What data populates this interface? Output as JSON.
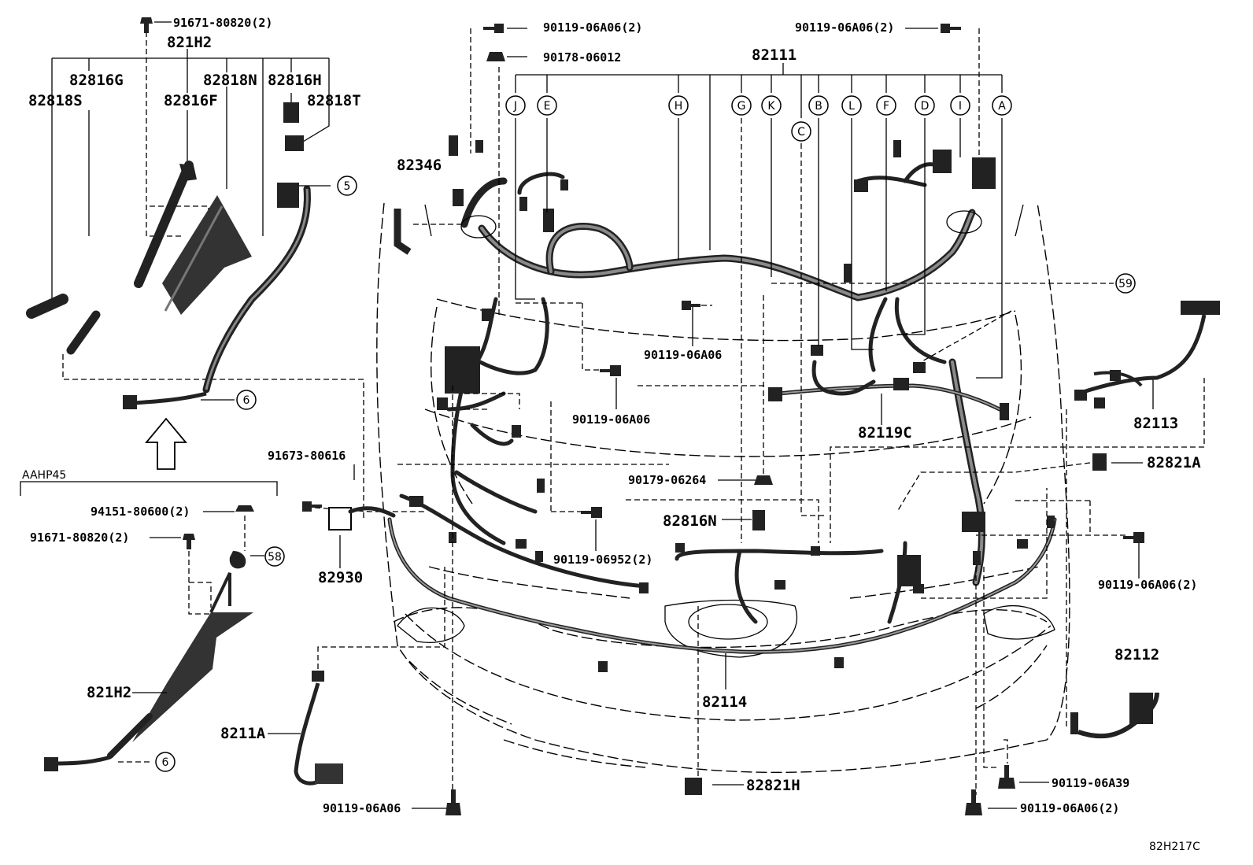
{
  "diagram": {
    "doc_code": "82H217C",
    "variant_label": "AAHP45",
    "parts": {
      "p91671_80820_2_top": "91671-80820(2)",
      "p821H2_top": "821H2",
      "p82816G": "82816G",
      "p82818N": "82818N",
      "p82816H": "82816H",
      "p82818S": "82818S",
      "p82816F": "82816F",
      "p82818T": "82818T",
      "p90119_06A06_2_topleft": "90119-06A06(2)",
      "p90178_06012": "90178-06012",
      "p90119_06A06_2_topright": "90119-06A06(2)",
      "p82111": "82111",
      "p82346": "82346",
      "p90119_06A06_mid": "90119-06A06",
      "p90119_06A06_mid2": "90119-06A06",
      "p82119C": "82119C",
      "p82113": "82113",
      "p91673_80616": "91673-80616",
      "p90179_06264": "90179-06264",
      "p82821A": "82821A",
      "p94151_80600_2": "94151-80600(2)",
      "p91671_80820_2_bottom": "91671-80820(2)",
      "p82930": "82930",
      "p82816N": "82816N",
      "p90119_06952_2": "90119-06952(2)",
      "p90119_06A06_2_right": "90119-06A06(2)",
      "p821H2_bottom": "821H2",
      "p82112": "82112",
      "p8211A": "8211A",
      "p82114": "82114",
      "p82821H": "82821H",
      "p90119_06A39": "90119-06A39",
      "p90119_06A06_bottom": "90119-06A06",
      "p90119_06A06_2_bottom": "90119-06A06(2)"
    },
    "branch_letters": [
      "J",
      "E",
      "H",
      "G",
      "K",
      "C",
      "B",
      "L",
      "F",
      "D",
      "I",
      "A"
    ],
    "callouts": {
      "c5": "5",
      "c6_top": "6",
      "c6_bottom": "6",
      "c58": "58",
      "c59": "59"
    }
  }
}
